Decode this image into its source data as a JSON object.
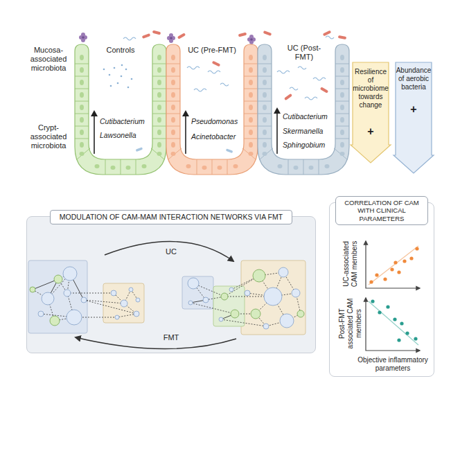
{
  "diagram": {
    "nodes": [
      {
        "text": [
          "Controls",
          "Cutibacterium",
          "Lawsonella"
        ]
      },
      {
        "text": [
          "UC (Pre-FMT)",
          "Pseudomonas",
          "Acinetobacter"
        ]
      },
      {
        "text": [
          "UC (Post-FMT)",
          "Cutibacterium",
          "Skermanella",
          "Sphingobium"
        ]
      },
      {
        "text": [
          "Resilience of microbiome towards change",
          "+"
        ]
      },
      {
        "text": [
          "Abundance of aerobic bacteria",
          "+"
        ]
      },
      {
        "text": [
          "UC",
          "FMT"
        ]
      },
      {
        "text": [
          "MODULATION OF CAM-MAM INTERACTION NETWORKS VIA FMT"
        ],
        "in": 5
      },
      {
        "text": [
          "UC-associated CAM members",
          "Post-FMT associated CAM members",
          "Objective inflammatory parameters"
        ]
      },
      {
        "text": [
          "CORRELATION OF CAM WITH CLINICAL PARAMETERS"
        ],
        "in": 7
      }
    ],
    "labels": [
      "Mucosa-associated microbiota",
      "Crypt-associated microbiota"
    ]
  }
}
